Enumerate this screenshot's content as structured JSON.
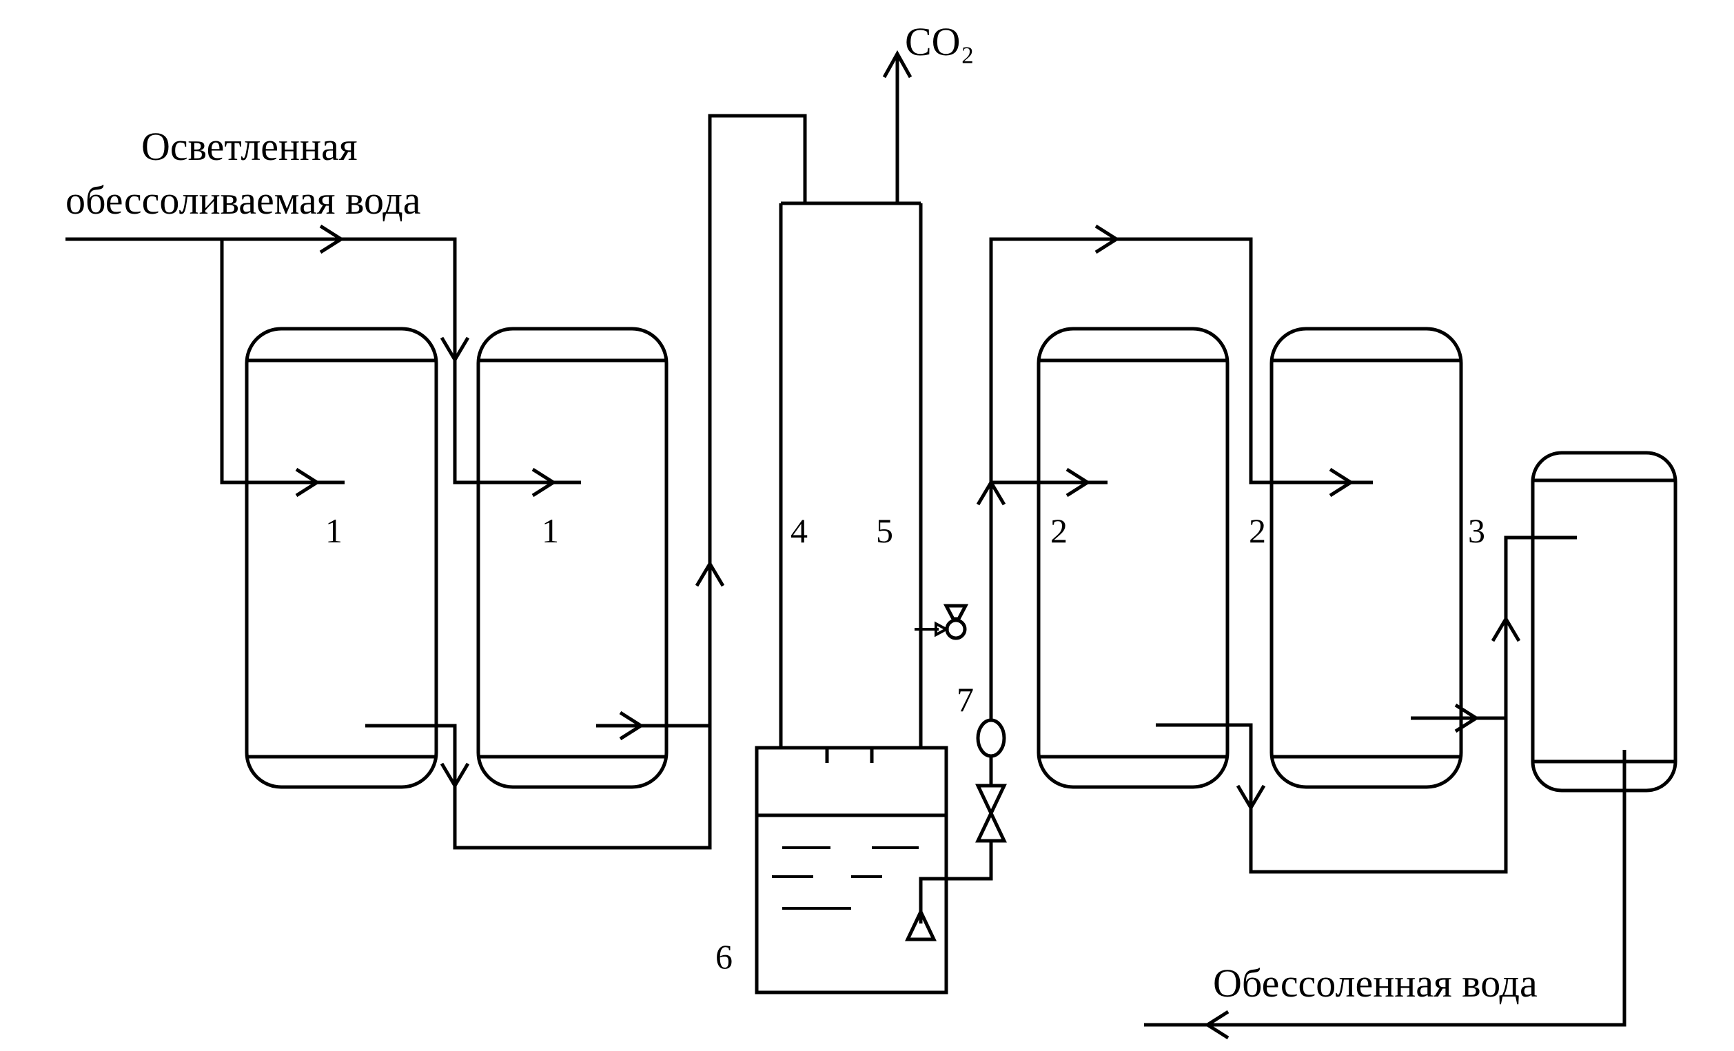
{
  "labels": {
    "inlet_line1": "Осветленная",
    "inlet_line2": "обессоливаемая вода",
    "outlet": "Обессоленная вода",
    "gas_outlet": "CO₂"
  },
  "callouts": {
    "filter_1a": "1",
    "filter_1b": "1",
    "filter_2a": "2",
    "filter_2b": "2",
    "filter_3": "3",
    "column_4": "4",
    "column_5": "5",
    "tank_6": "6",
    "pump_7": "7"
  }
}
